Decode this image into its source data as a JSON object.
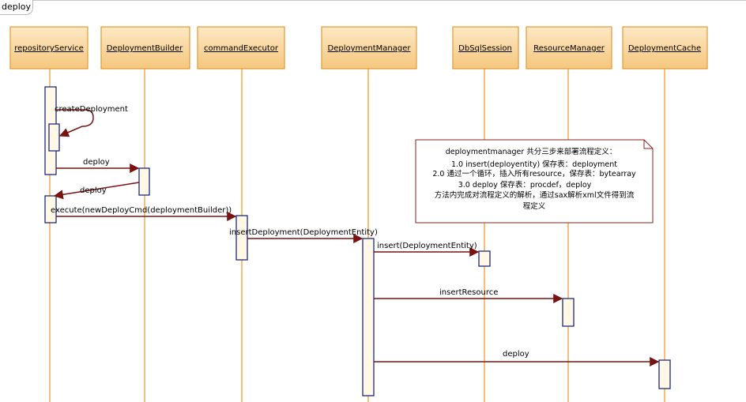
{
  "tab": {
    "title": "deploy"
  },
  "lifelines": [
    {
      "id": "repositoryService",
      "label": "repositoryService"
    },
    {
      "id": "DeploymentBuilder",
      "label": "DeploymentBuilder"
    },
    {
      "id": "commandExecutor",
      "label": "commandExecutor"
    },
    {
      "id": "DeploymentManager",
      "label": "DeploymentManager"
    },
    {
      "id": "DbSqlSession",
      "label": "DbSqlSession"
    },
    {
      "id": "ResourceManager",
      "label": "ResourceManager"
    },
    {
      "id": "DeploymentCache",
      "label": "DeploymentCache"
    }
  ],
  "messages": [
    {
      "label": "createDeployment"
    },
    {
      "label": "deploy"
    },
    {
      "label": "deploy"
    },
    {
      "label": "execute(newDeployCmd(deploymentBuilder))"
    },
    {
      "label": "insertDeployment(DeploymentEntity)"
    },
    {
      "label": "insert(DeploymentEntity)"
    },
    {
      "label": "insertResource"
    },
    {
      "label": "deploy"
    }
  ],
  "note": {
    "lines": [
      "deploymentmanager 共分三步来部署流程定义：",
      "1.0  insert(deployentity)  保存表：deployment",
      "2.0 通过一个循环，插入所有resource，保存表：bytearray",
      "3.0 deploy  保存表：procdef，deploy",
      "方法内完成对流程定义的解析，通过sax解析xml文件得到流",
      "程定义"
    ]
  },
  "colors": {
    "header_fill_top": "#fde8c4",
    "header_fill_bottom": "#f5c77e",
    "header_border": "#e39a32",
    "lifeline": "#f39c2e",
    "activation_border": "#1f2a7a",
    "activation_fill": "#fff8e6",
    "message": "#7a1212",
    "note_border": "#8b2020"
  }
}
